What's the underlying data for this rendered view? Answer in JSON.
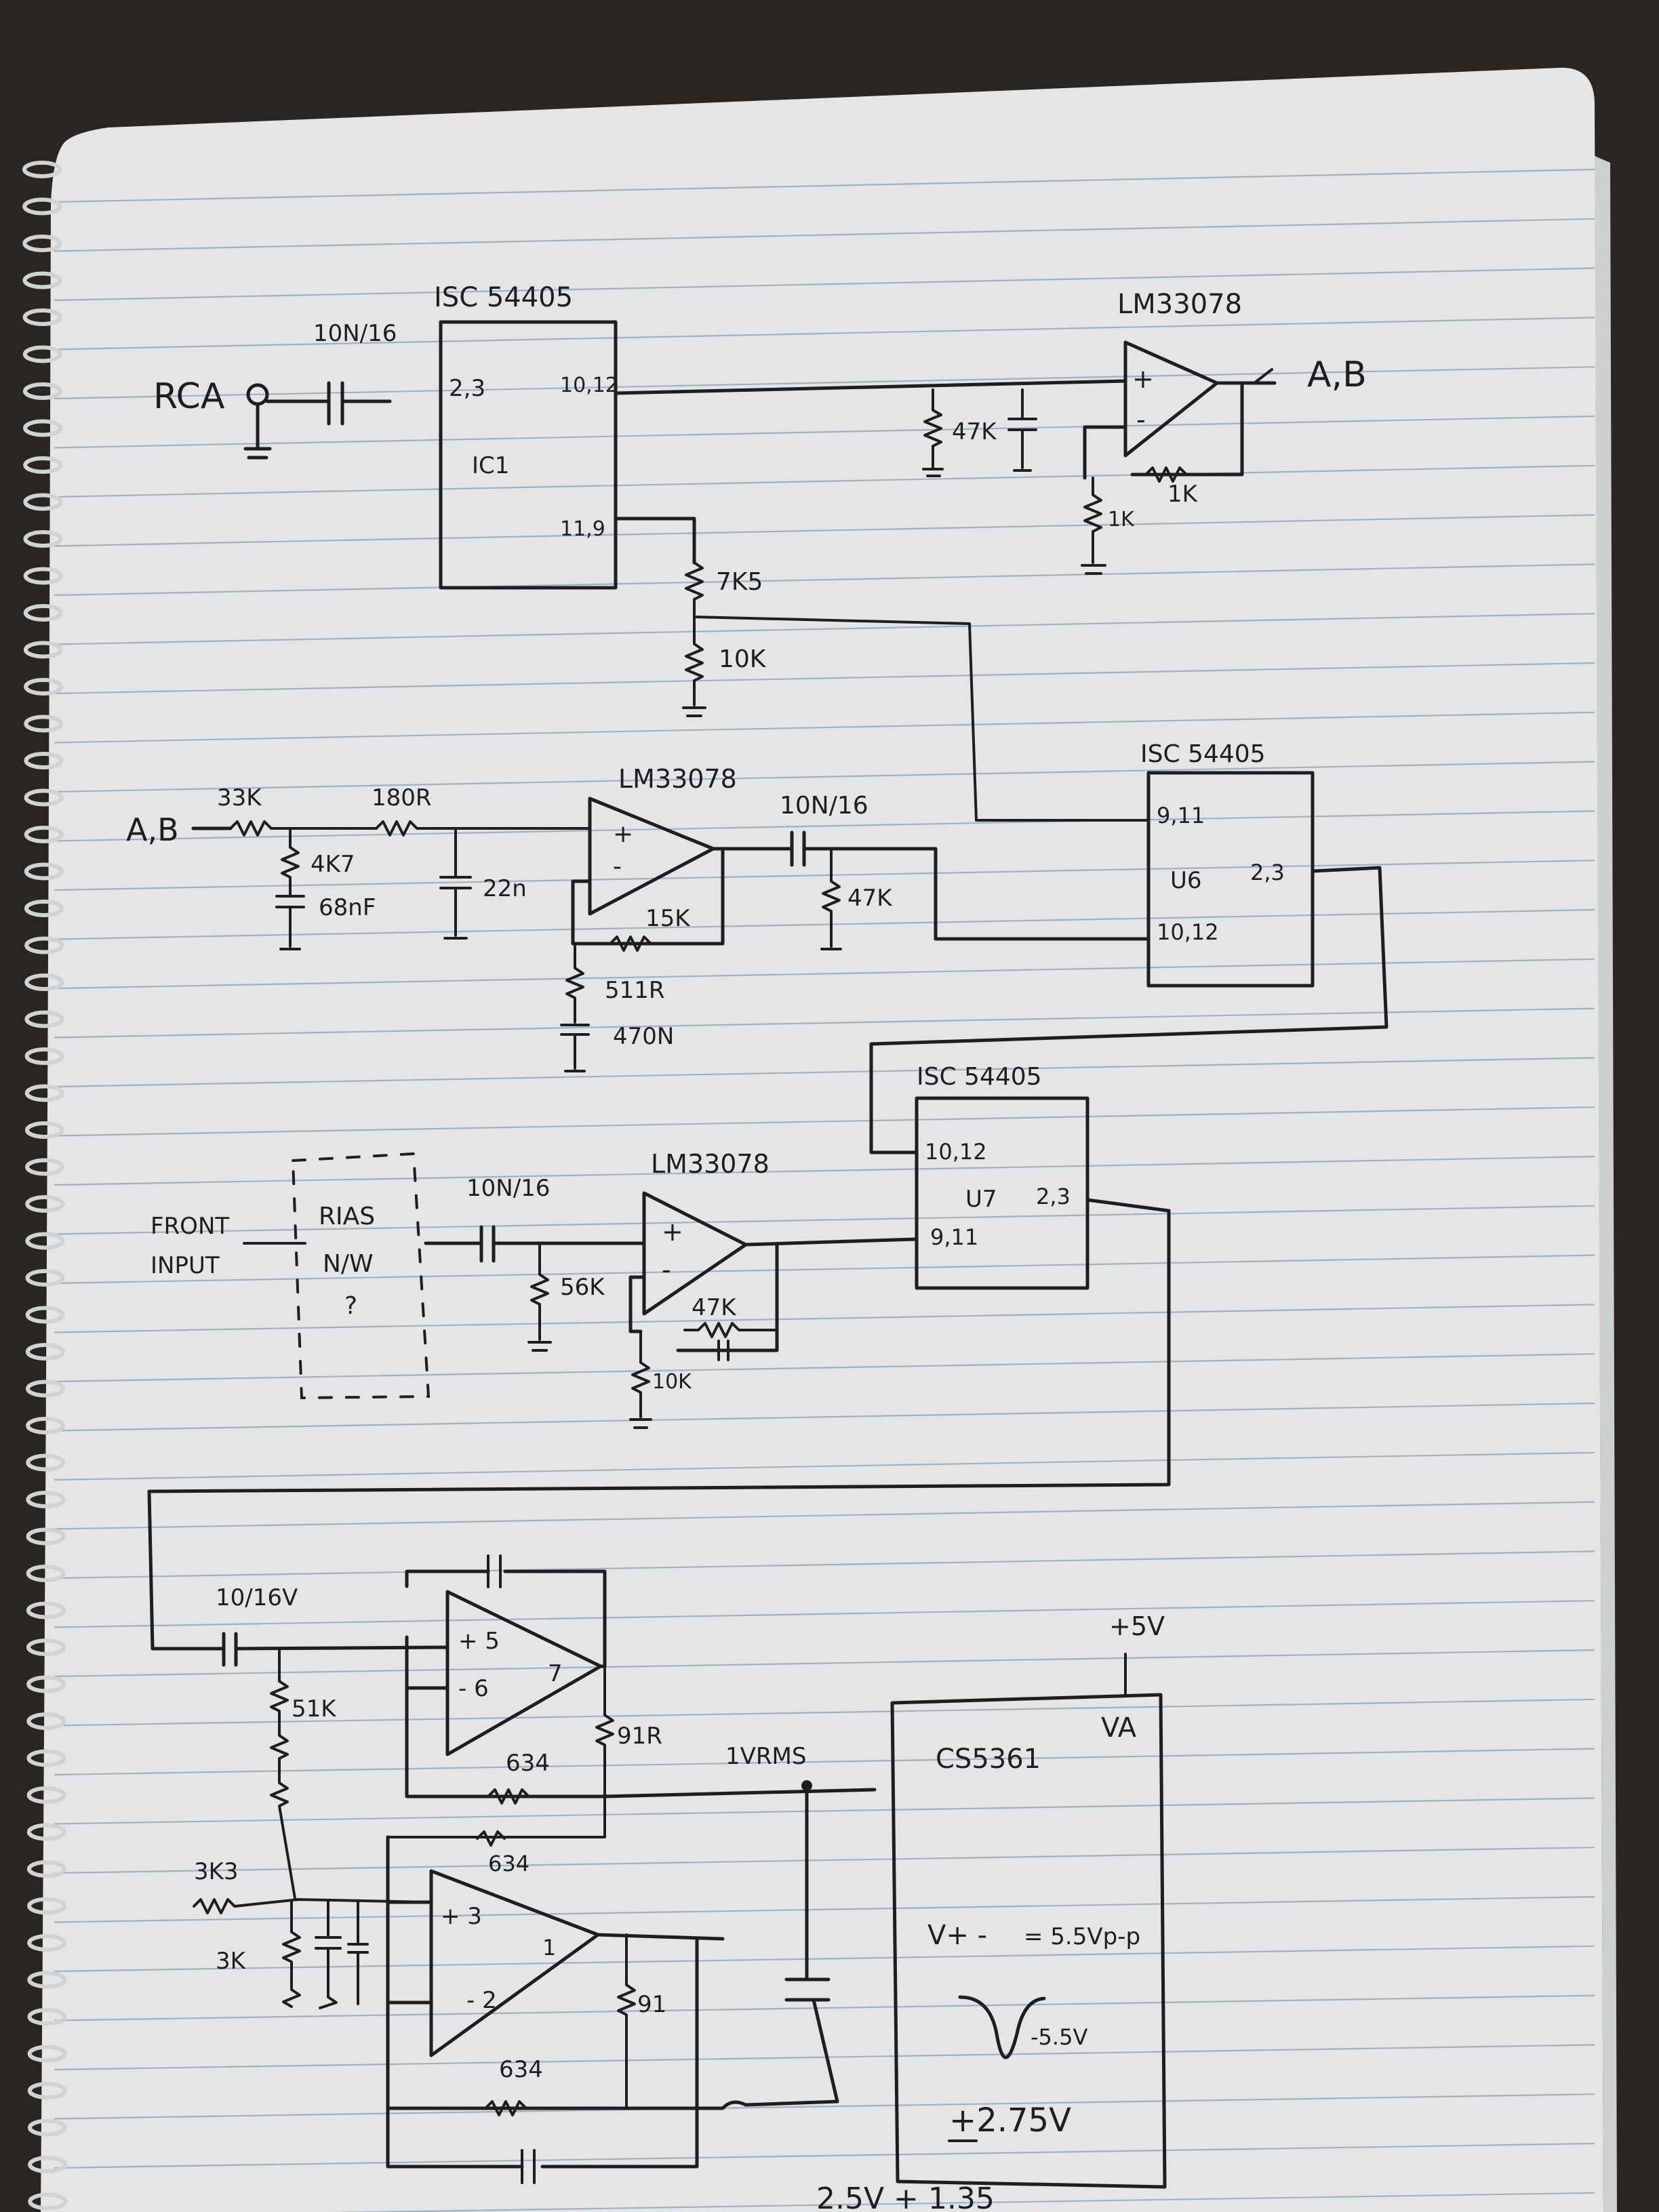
{
  "colors": {
    "background": "#2a2521",
    "paper": "#e4e5e4",
    "ruled_line": "#9fb1c4",
    "ink": "#1e1e22",
    "ring": "#cfd3d4"
  },
  "stage1": {
    "ic_name": "ISC 54405",
    "ic_ref": "IC1",
    "ic_pin_in": "2,3",
    "ic_pin_out": "10,12",
    "ic_pin_ctrl": "11,9",
    "input_label": "RCA",
    "cap_in": "10N/16",
    "opamp_name": "LM33078",
    "opamp_plus": "+",
    "opamp_minus": "-",
    "r_pulldown": "47K",
    "r_feedback": "1K",
    "r_ground": "1K",
    "output_label": "A,B",
    "r_divider_top": "7K5",
    "r_divider_bottom": "10K"
  },
  "stage2": {
    "input_label": "A,B",
    "r1": "33K",
    "r2": "180R",
    "r_shunt": "4K7",
    "cap_shunt": "68nF",
    "cap_filter": "22n",
    "opamp_name": "LM33078",
    "opamp_plus": "+",
    "opamp_minus": "-",
    "r_feedback": "15K",
    "r_ground": "511R",
    "cap_ground": "470N",
    "cap_out": "10N/16",
    "r_out": "47K",
    "ic_name": "ISC 54405",
    "ic_ref": "U6",
    "ic_pin_a": "9,11",
    "ic_pin_b": "10,12",
    "ic_pin_c": "2,3"
  },
  "stage3": {
    "input_label_1": "FRONT",
    "input_label_2": "INPUT",
    "box_line_1": "RIAS",
    "box_line_2": "N/W",
    "box_line_3": "?",
    "cap_in": "10N/16",
    "r_in": "56K",
    "opamp_name": "LM33078",
    "opamp_plus": "+",
    "opamp_minus": "-",
    "r_feedback": "47K",
    "r_ground": "10K",
    "ic_name": "ISC 54405",
    "ic_ref": "U7",
    "ic_pin_a": "10,12",
    "ic_pin_b": "2,3",
    "ic_pin_c": "9,11"
  },
  "stage4": {
    "cap_in": "10/16V",
    "r_bias": "51K",
    "opamp_a_plus": "+ 5",
    "opamp_a_minus": "- 6",
    "opamp_a_out": "7",
    "r_a_out": "91R",
    "r_a_fb": "634",
    "level_label": "1VRMS",
    "r_b_fb_top": "634",
    "r_top": "3K3",
    "r_bottom": "3K",
    "opamp_b_plus": "+ 3",
    "opamp_b_minus": "- 2",
    "opamp_b_out": "1",
    "r_b_out": "91",
    "r_b_fb": "634"
  },
  "adc": {
    "supply": "+5V",
    "pin_va": "VA",
    "chip": "CS5361",
    "vpp_label": "V+ -",
    "vpp_value": "= 5.5Vp-p",
    "swing_label": "-5.5V",
    "bias_label": "+2.75V",
    "bottom_note": "2.5V + 1.35"
  }
}
